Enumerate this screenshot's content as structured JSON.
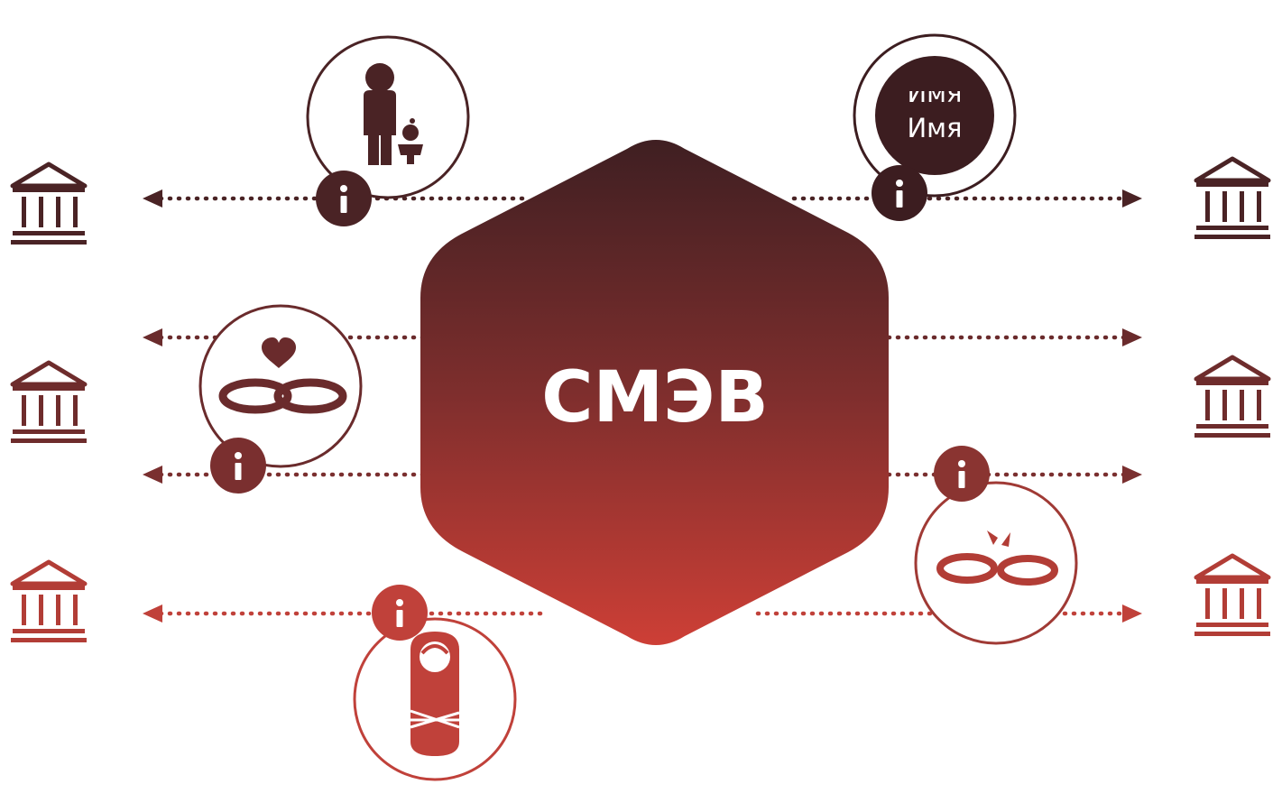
{
  "hub": {
    "label": "СМЭВ"
  },
  "name_badge": {
    "line1": "Имя",
    "line2": "Имя"
  },
  "info_badges": [
    {
      "glyph": "i"
    },
    {
      "glyph": "i"
    },
    {
      "glyph": "i"
    },
    {
      "glyph": "i"
    },
    {
      "glyph": "i"
    }
  ],
  "icons": {
    "institution": "institution-building-icon",
    "parent_child": "parent-with-child-icon",
    "wedding": "wedding-rings-heart-icon",
    "divorce": "broken-rings-icon",
    "newborn": "swaddled-baby-icon",
    "name_change": "name-change-icon",
    "info": "info-icon"
  },
  "colors": {
    "dark": "#4a2325",
    "mid": "#7a2f2f",
    "red": "#c0413a",
    "hub_top": "#3f1f22",
    "hub_bottom": "#cd3f36",
    "white": "#ffffff"
  }
}
